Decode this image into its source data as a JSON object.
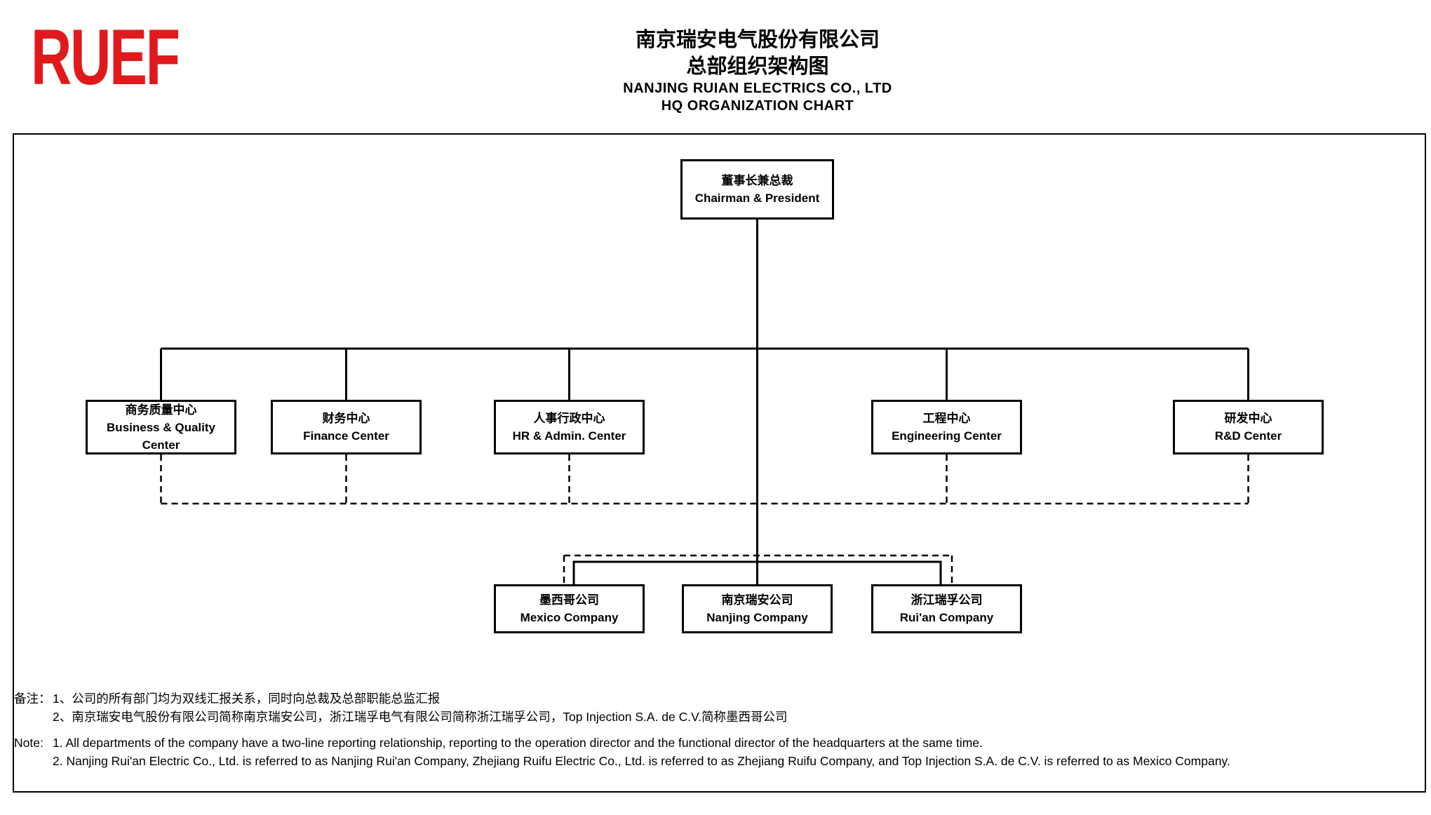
{
  "logo": {
    "text": "RUEF",
    "color": "#e0191d"
  },
  "title": {
    "zh_line1": "南京瑞安电气股份有限公司",
    "zh_line2": "总部组织架构图",
    "en_line1": "NANJING RUIAN ELECTRICS CO., LTD",
    "en_line2": "HQ ORGANIZATION CHART"
  },
  "chart": {
    "line_color": "#000000",
    "nodes": [
      {
        "id": "chairman",
        "zh": "董事长兼总裁",
        "en": "Chairman & President"
      },
      {
        "id": "business-quality-center",
        "zh": "商务质量中心",
        "en": "Business & Quality Center"
      },
      {
        "id": "finance-center",
        "zh": "财务中心",
        "en": "Finance Center"
      },
      {
        "id": "hr-admin-center",
        "zh": "人事行政中心",
        "en": "HR & Admin. Center"
      },
      {
        "id": "engineering-center",
        "zh": "工程中心",
        "en": "Engineering Center"
      },
      {
        "id": "rd-center",
        "zh": "研发中心",
        "en": "R&D Center"
      },
      {
        "id": "mexico-company",
        "zh": "墨西哥公司",
        "en": "Mexico Company"
      },
      {
        "id": "nanjing-company",
        "zh": "南京瑞安公司",
        "en": "Nanjing Company"
      },
      {
        "id": "ruian-company",
        "zh": "浙江瑞孚公司",
        "en": "Rui'an Company"
      }
    ]
  },
  "notes": {
    "zh_label": "备注：",
    "zh_items": [
      "1、公司的所有部门均为双线汇报关系，同时向总裁及总部职能总监汇报",
      "2、南京瑞安电气股份有限公司简称南京瑞安公司，浙江瑞孚电气有限公司简称浙江瑞孚公司，Top Injection S.A. de C.V.简称墨西哥公司"
    ],
    "en_label": "Note:",
    "en_items": [
      "1. All departments of the company have a two-line reporting relationship, reporting to the operation director and the functional director of the headquarters at the same time.",
      "2. Nanjing Rui'an Electric Co., Ltd. is referred to as Nanjing Rui'an Company, Zhejiang Ruifu Electric Co., Ltd. is referred to as Zhejiang Ruifu Company, and Top Injection S.A. de C.V. is referred to as Mexico Company."
    ]
  }
}
